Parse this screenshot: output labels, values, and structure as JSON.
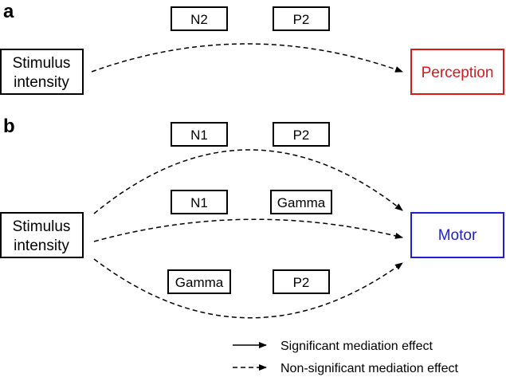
{
  "panels": {
    "a": {
      "label": "a",
      "source": "Stimulus\nintensity",
      "source_line1": "Stimulus",
      "source_line2": "intensity",
      "target": "Perception",
      "mediators": [
        "N2",
        "P2"
      ]
    },
    "b": {
      "label": "b",
      "source_line1": "Stimulus",
      "source_line2": "intensity",
      "target": "Motor",
      "mediator_pairs": [
        [
          "N1",
          "P2"
        ],
        [
          "N1",
          "Gamma"
        ],
        [
          "Gamma",
          "P2"
        ]
      ]
    }
  },
  "legend": {
    "significant": "Significant mediation effect",
    "non_significant": "Non-significant mediation effect"
  },
  "colors": {
    "perception": "#d7191c",
    "motor": "#1f1fd0"
  }
}
